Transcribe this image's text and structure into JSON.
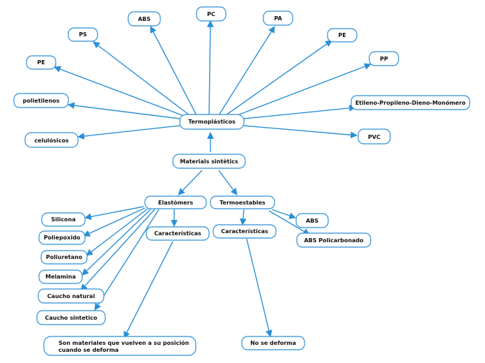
{
  "map": {
    "nodes": {
      "root": "Materials sintètics",
      "termo": "Termoplásticos",
      "elast": "Elastòmers",
      "termoest": "Termoestables",
      "abs_top": "ABS",
      "pc": "PC",
      "pa": "PA",
      "ps": "PS",
      "pe_right": "PE",
      "pp": "PP",
      "pe_left": "PE",
      "polietilenos": "polietilenos",
      "epdm": "Etileno-Propileno-Dieno-Monómero",
      "celulosicos": "celulósicos",
      "pvc": "PVC",
      "silicona": "Silicona",
      "poliepoxido": "Poliepoxido",
      "poliuretano": "Poliuretano",
      "melamina": "Melamina",
      "caucho_natural": "Caucho natural",
      "caucho_sintetico": "Caucho sintetico",
      "caract_elast": "Características",
      "caract_termoest": "Características",
      "abs_right": "ABS",
      "abs_policarbonado": "ABS Policarbonado",
      "no_deforma": "No se deforma",
      "vuelven_1": "Son materiales que vuelven a su posición",
      "vuelven_2": "cuando se deforma"
    },
    "colors": {
      "accent": "#2a8fd6",
      "text": "#111111",
      "background": "#ffffff"
    }
  }
}
